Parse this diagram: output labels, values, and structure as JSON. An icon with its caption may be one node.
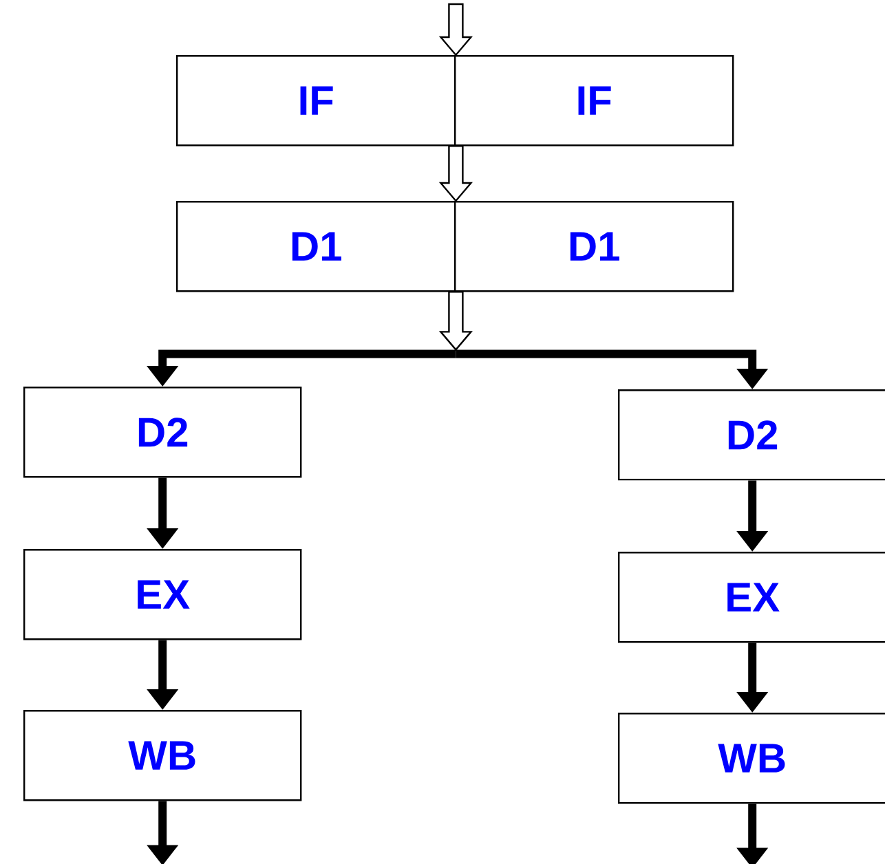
{
  "diagram": {
    "nodes": [
      {
        "text": [
          "IF"
        ]
      },
      {
        "text": [
          "IF"
        ]
      },
      {
        "text": [
          "D1"
        ]
      },
      {
        "text": [
          "D1"
        ]
      },
      {
        "text": [
          "D2"
        ]
      },
      {
        "text": [
          "EX"
        ]
      },
      {
        "text": [
          "WB"
        ]
      },
      {
        "text": [
          "D2"
        ]
      },
      {
        "text": [
          "EX"
        ]
      },
      {
        "text": [
          "WB"
        ]
      }
    ],
    "edges": [
      {
        "from": null,
        "to": 0,
        "arrow": "to"
      },
      {
        "from": 0,
        "to": 2,
        "arrow": "to"
      },
      {
        "from": 2,
        "to": 4,
        "arrow": "to"
      },
      {
        "from": 2,
        "to": 7,
        "arrow": "to"
      },
      {
        "from": 4,
        "to": 5,
        "arrow": "to"
      },
      {
        "from": 5,
        "to": 6,
        "arrow": "to"
      },
      {
        "from": 6,
        "to": null,
        "arrow": "to"
      },
      {
        "from": 7,
        "to": 8,
        "arrow": "to"
      },
      {
        "from": 8,
        "to": 9,
        "arrow": "to"
      },
      {
        "from": 9,
        "to": null,
        "arrow": "to"
      }
    ]
  }
}
